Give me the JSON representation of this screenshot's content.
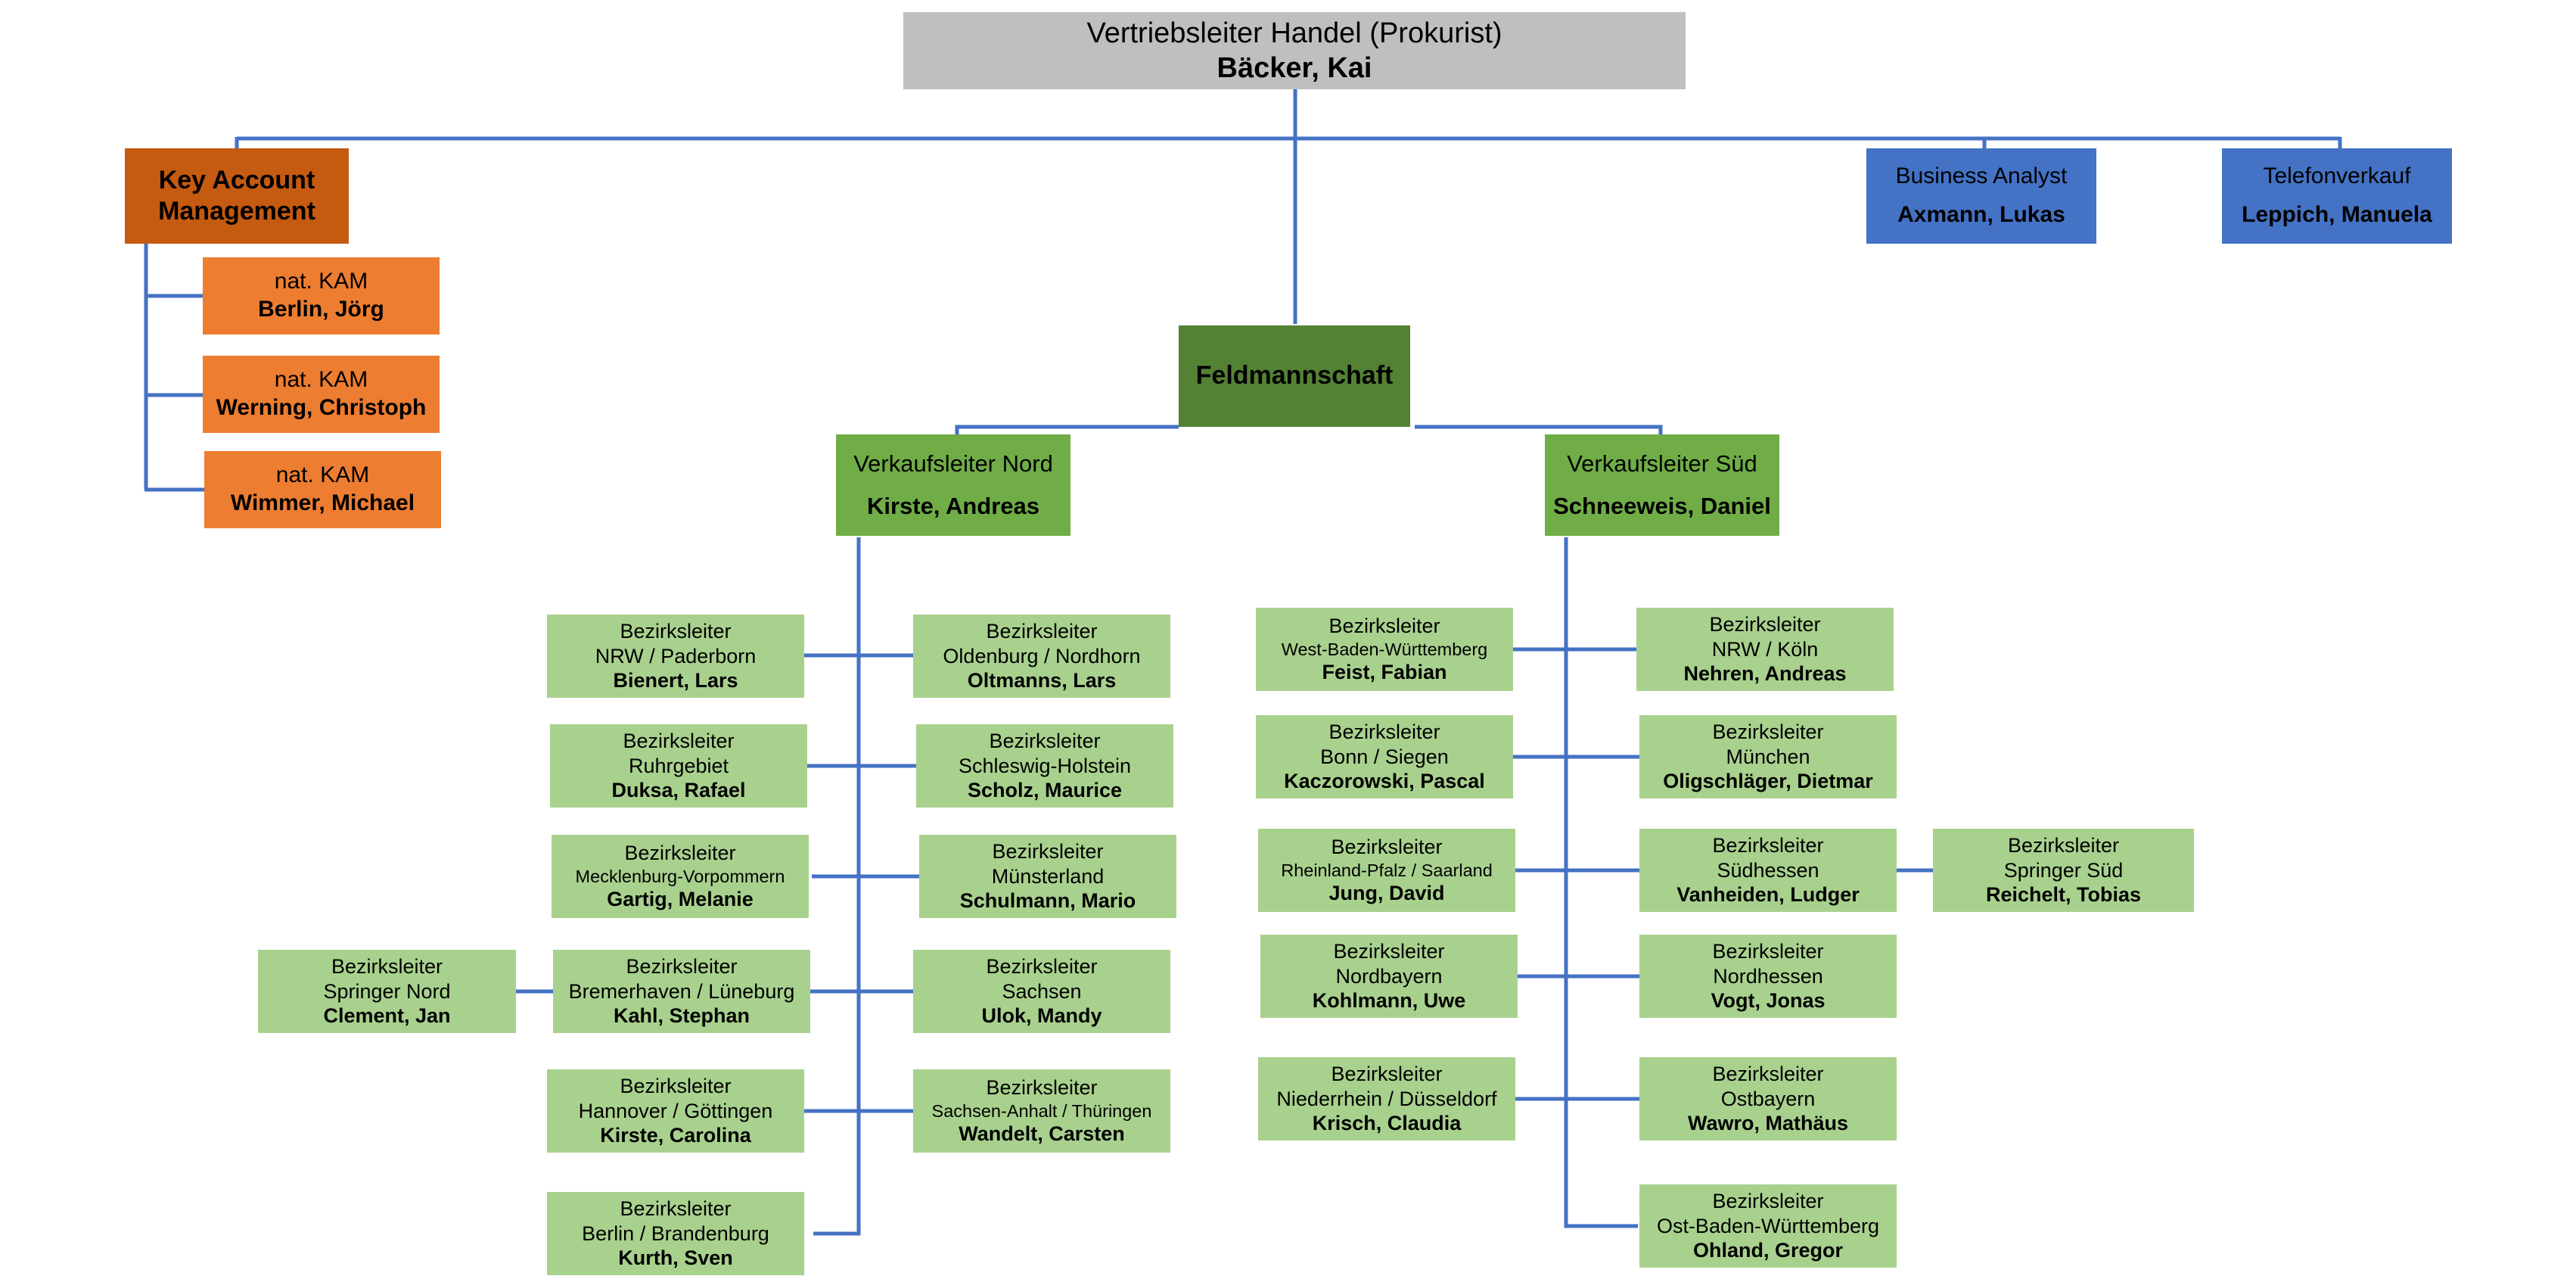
{
  "top": {
    "title": "Vertriebsleiter Handel (Prokurist)",
    "name": "Bäcker, Kai"
  },
  "kam_head": {
    "line1": "Key Account",
    "line2": "Management"
  },
  "kam": [
    {
      "role": "nat. KAM",
      "name": "Berlin, Jörg"
    },
    {
      "role": "nat. KAM",
      "name": "Werning, Christoph"
    },
    {
      "role": "nat. KAM",
      "name": "Wimmer, Michael"
    }
  ],
  "business_analyst": {
    "role": "Business Analyst",
    "name": "Axmann, Lukas"
  },
  "telefonverkauf": {
    "role": "Telefonverkauf",
    "name": "Leppich, Manuela"
  },
  "feldmannschaft": {
    "label": "Feldmannschaft"
  },
  "vl_nord": {
    "role": "Verkaufsleiter Nord",
    "name": "Kirste, Andreas"
  },
  "vl_sued": {
    "role": "Verkaufsleiter Süd",
    "name": "Schneeweis, Daniel"
  },
  "bezirk_role": "Bezirksleiter",
  "nord_left": [
    {
      "region": "NRW / Paderborn",
      "name": "Bienert, Lars"
    },
    {
      "region": "Ruhrgebiet",
      "name": "Duksa, Rafael"
    },
    {
      "region": "Mecklenburg-Vorpommern",
      "name": "Gartig, Melanie"
    },
    {
      "region": "Bremerhaven / Lüneburg",
      "name": "Kahl, Stephan"
    },
    {
      "region": "Hannover / Göttingen",
      "name": "Kirste, Carolina"
    },
    {
      "region": "Berlin / Brandenburg",
      "name": "Kurth, Sven"
    }
  ],
  "nord_right": [
    {
      "region": "Oldenburg / Nordhorn",
      "name": "Oltmanns, Lars"
    },
    {
      "region": "Schleswig-Holstein",
      "name": "Scholz, Maurice"
    },
    {
      "region": "Münsterland",
      "name": "Schulmann, Mario"
    },
    {
      "region": "Sachsen",
      "name": "Ulok, Mandy"
    },
    {
      "region": "Sachsen-Anhalt / Thüringen",
      "name": "Wandelt, Carsten"
    }
  ],
  "springer_nord": {
    "region": "Springer Nord",
    "name": "Clement, Jan"
  },
  "sued_left": [
    {
      "region": "West-Baden-Württemberg",
      "name": "Feist, Fabian"
    },
    {
      "region": "Bonn / Siegen",
      "name": "Kaczorowski, Pascal"
    },
    {
      "region": "Rheinland-Pfalz / Saarland",
      "name": "Jung, David"
    },
    {
      "region": "Nordbayern",
      "name": "Kohlmann, Uwe"
    },
    {
      "region": "Niederrhein / Düsseldorf",
      "name": "Krisch, Claudia"
    }
  ],
  "sued_right": [
    {
      "region": "NRW / Köln",
      "name": "Nehren, Andreas"
    },
    {
      "region": "München",
      "name": "Oligschläger, Dietmar"
    },
    {
      "region": "Südhessen",
      "name": "Vanheiden, Ludger"
    },
    {
      "region": "Nordhessen",
      "name": "Vogt, Jonas"
    },
    {
      "region": "Ostbayern",
      "name": "Wawro, Mathäus"
    },
    {
      "region": "Ost-Baden-Württemberg",
      "name": "Ohland, Gregor"
    }
  ],
  "springer_sued": {
    "region": "Springer Süd",
    "name": "Reichelt, Tobias"
  },
  "colors": {
    "line": "#4472c4",
    "top": "#bfbfbf",
    "kam_head": "#c55a11",
    "kam": "#ed7d31",
    "staff": "#4472c4",
    "feldmannschaft": "#548235",
    "verkaufsleiter": "#70ad47",
    "bezirksleiter": "#a9d18e"
  }
}
